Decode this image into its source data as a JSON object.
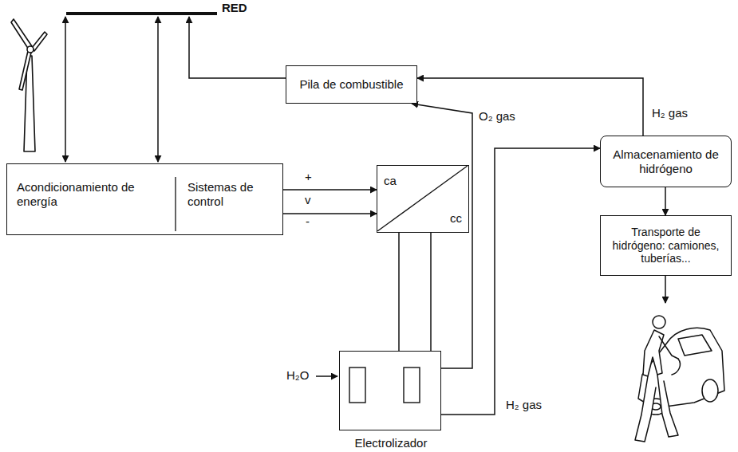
{
  "diagram": {
    "nodes": [
      {
        "text": [
          "Pila de combustible"
        ]
      },
      {
        "text": [
          "Almacenamiento de hidrógeno"
        ]
      },
      {
        "text": [
          "Acondicionamiento de energía",
          "Sistemas de control"
        ]
      },
      {
        "text": [
          "ca",
          "cc"
        ]
      },
      {
        "text": [
          "Transporte de hidrógeno: camiones, tuberías..."
        ]
      },
      {
        "text": [
          "Electrolizador"
        ]
      }
    ],
    "edges": [
      {
        "from": 2,
        "to": 3,
        "arrow": "to"
      },
      {
        "from": 2,
        "to": 3,
        "arrow": "to"
      },
      {
        "from": 3,
        "to": 5,
        "arrow": "none"
      },
      {
        "from": 3,
        "to": 5,
        "arrow": "none"
      },
      {
        "from": 5,
        "to": 0,
        "label": "O₂ gas",
        "arrow": "to"
      },
      {
        "from": 5,
        "to": 1,
        "label": "H₂ gas",
        "arrow": "to"
      },
      {
        "from": 1,
        "to": 0,
        "label": "H₂ gas",
        "arrow": "to"
      },
      {
        "from": 1,
        "to": 4,
        "arrow": "to"
      }
    ],
    "labels": [
      "RED",
      "+",
      "v",
      "-",
      "H₂O"
    ]
  }
}
